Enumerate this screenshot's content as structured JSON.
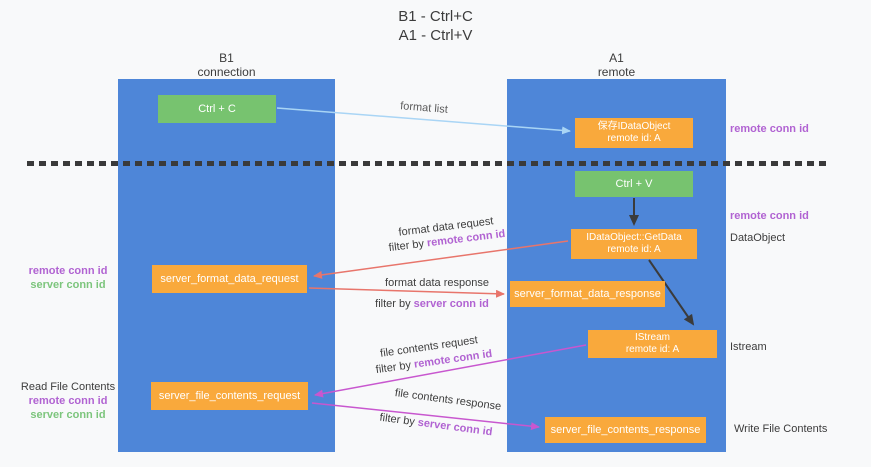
{
  "colors": {
    "column_blue": "#4e86d8",
    "box_orange": "#f9a93c",
    "box_green": "#77c36f",
    "arrow_red": "#e8756b",
    "arrow_magenta": "#c857cf",
    "arrow_lightblue": "#a9d5f5",
    "arrow_black": "#3b3b3b",
    "purple_text": "#b163d2",
    "green_text": "#7cc57c"
  },
  "title": {
    "line1": "B1 - Ctrl+C",
    "line2": "A1 - Ctrl+V"
  },
  "lifelines": {
    "left": {
      "name": "B1",
      "role": "connection"
    },
    "right": {
      "name": "A1",
      "role": "remote"
    }
  },
  "nodes": {
    "ctrl_c": {
      "label": "Ctrl + C"
    },
    "ctrl_v": {
      "label": "Ctrl + V"
    },
    "save_idataobject": {
      "line1": "保存IDataObject",
      "line2": "remote id: A"
    },
    "idataobject_getdata": {
      "line1": "IDataObject::GetData",
      "line2": "remote id: A"
    },
    "istream": {
      "line1": "IStream",
      "line2": "remote id: A"
    },
    "server_format_data_request": {
      "label": "server_format_data_request"
    },
    "server_format_data_response": {
      "label": "server_format_data_response"
    },
    "server_file_contents_request": {
      "label": "server_file_contents_request"
    },
    "server_file_contents_response": {
      "label": "server_file_contents_response"
    }
  },
  "side_labels": {
    "remote_conn_id_top_right": "remote conn id",
    "remote_conn_id_mid_right": "remote conn id",
    "dataobject": "DataObject",
    "istream_right": "Istream",
    "write_file_contents": "Write File Contents",
    "left_mid": {
      "remote": "remote conn id",
      "server": "server conn id"
    },
    "left_bottom": {
      "title": "Read File Contents",
      "remote": "remote conn id",
      "server": "server conn id"
    }
  },
  "arrow_labels": {
    "format_list": "format list",
    "format_data_request": "format data request",
    "filter_by_remote_1": {
      "prefix": "filter by ",
      "highlight": "remote conn id"
    },
    "format_data_response": "format data response",
    "filter_by_server_1": {
      "prefix": "filter by ",
      "highlight": "server conn id"
    },
    "file_contents_request": "file contents request",
    "filter_by_remote_2": {
      "prefix": "filter by ",
      "highlight": "remote conn id"
    },
    "file_contents_response": "file contents response",
    "filter_by_server_2": {
      "prefix": "filter by ",
      "highlight": "server conn id"
    }
  }
}
